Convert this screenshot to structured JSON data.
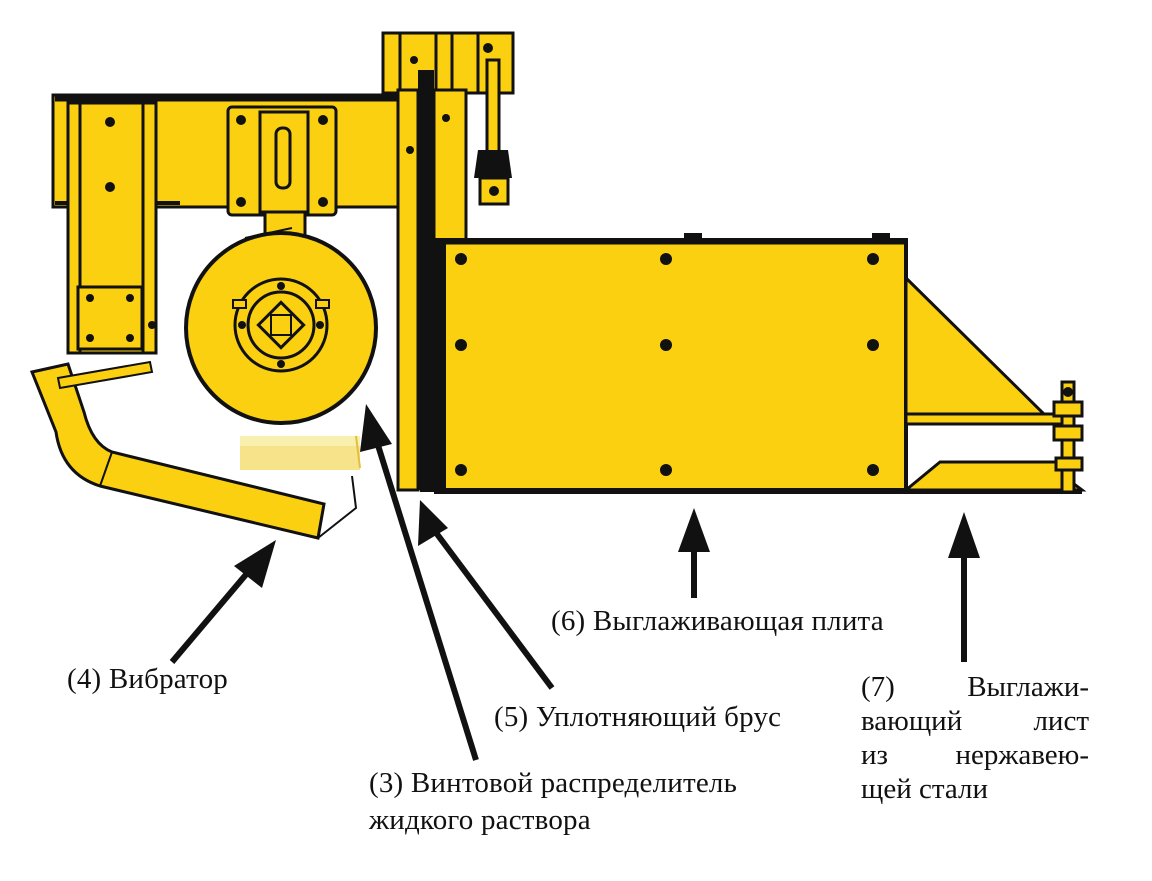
{
  "colors": {
    "body_yellow": "#FBD010",
    "outline": "#111111",
    "light_bar": "#F7E48A",
    "arrow": "#111111",
    "background": "#FFFFFF"
  },
  "labels": {
    "vibrator": "(4) Вибратор",
    "tamper": "(5) Уплотняющий брус",
    "auger_line1": "(3) Винтовой распределитель",
    "auger_line2": "жидкого раствора",
    "screed_plate": "(6) Выглаживающая плита",
    "sheet": {
      "line1": [
        "(7)",
        "Выглажи-"
      ],
      "line2": [
        "вающий",
        "лист"
      ],
      "line3": [
        "из",
        "нержавею-"
      ],
      "line4": "щей стали"
    }
  }
}
